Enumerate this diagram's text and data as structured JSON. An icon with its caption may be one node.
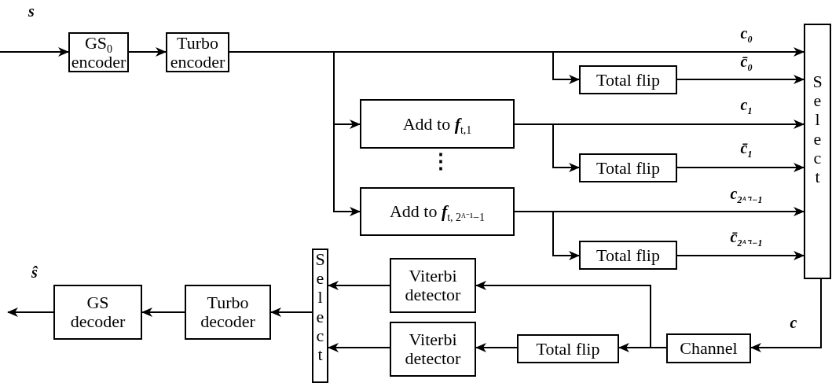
{
  "diagram": {
    "nodes": [
      {
        "text": [
          "GS$_{0}$ encoder"
        ]
      },
      {
        "text": [
          "Turbo encoder"
        ]
      },
      {
        "text": [
          "Total flip"
        ]
      },
      {
        "text": [
          "Add to **f**$_{t,1}$"
        ]
      },
      {
        "text": [
          "Add to **f**$_{t, 2ᴬ⁻¹−1}$"
        ]
      },
      {
        "text": [
          "Total flip"
        ]
      },
      {
        "text": [
          "Total flip"
        ]
      },
      {
        "text": [
          "Select"
        ]
      },
      {
        "text": [
          "Select"
        ]
      },
      {
        "text": [
          "Viterbi detector"
        ]
      },
      {
        "text": [
          "Viterbi detector"
        ]
      },
      {
        "text": [
          "Total flip"
        ]
      },
      {
        "text": [
          "Channel"
        ]
      },
      {
        "text": [
          "Turbo decoder"
        ]
      },
      {
        "text": [
          "GS decoder"
        ]
      }
    ],
    "edges": [
      {
        "from": null,
        "to": 0,
        "arrow": "to",
        "label": "s"
      },
      {
        "from": 0,
        "to": 1,
        "arrow": "to"
      },
      {
        "from": 1,
        "to": 7,
        "arrow": "to",
        "label": "c$_{0}$"
      },
      {
        "from": 1,
        "to": 2,
        "arrow": "to"
      },
      {
        "from": 1,
        "to": 3,
        "arrow": "to"
      },
      {
        "from": 1,
        "to": 4,
        "arrow": "to"
      },
      {
        "from": 2,
        "to": 7,
        "arrow": "to",
        "label": "c̄$_{0}$"
      },
      {
        "from": 3,
        "to": 7,
        "arrow": "to",
        "label": "c$_{1}$"
      },
      {
        "from": 3,
        "to": 5,
        "arrow": "to"
      },
      {
        "from": 5,
        "to": 7,
        "arrow": "to",
        "label": "c̄$_{1}$"
      },
      {
        "from": 4,
        "to": 7,
        "arrow": "to",
        "label": "c$_{2ᴬ⁻¹−1}$"
      },
      {
        "from": 4,
        "to": 6,
        "arrow": "to"
      },
      {
        "from": 6,
        "to": 7,
        "arrow": "to",
        "label": "c̄$_{2ᴬ⁻¹−1}$"
      },
      {
        "from": 7,
        "to": 12,
        "arrow": "to",
        "label": "c"
      },
      {
        "from": 12,
        "to": 9,
        "arrow": "to"
      },
      {
        "from": 12,
        "to": 11,
        "arrow": "to"
      },
      {
        "from": 11,
        "to": 10,
        "arrow": "to"
      },
      {
        "from": 9,
        "to": 8,
        "arrow": "to"
      },
      {
        "from": 10,
        "to": 8,
        "arrow": "to"
      },
      {
        "from": 8,
        "to": 13,
        "arrow": "to"
      },
      {
        "from": 13,
        "to": 14,
        "arrow": "to"
      },
      {
        "from": 14,
        "to": null,
        "arrow": "to",
        "label": "ŝ"
      }
    ],
    "labels": [
      "⋮"
    ]
  }
}
